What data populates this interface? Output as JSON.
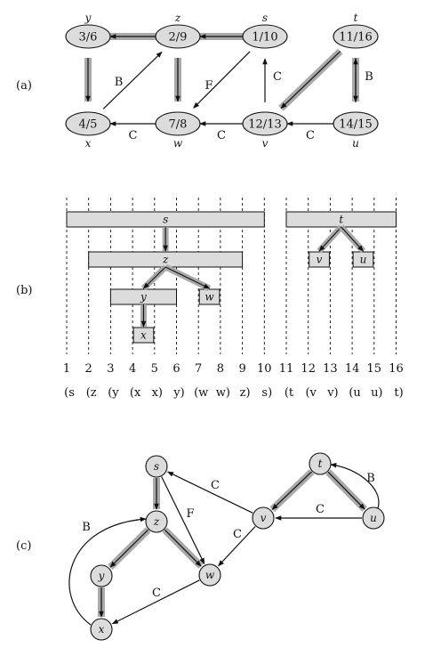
{
  "panels": {
    "a": "(a)",
    "b": "(b)",
    "c": "(c)"
  },
  "graph_a": {
    "nodes": [
      {
        "id": "y",
        "name": "y",
        "times": "3/6"
      },
      {
        "id": "z",
        "name": "z",
        "times": "2/9"
      },
      {
        "id": "s",
        "name": "s",
        "times": "1/10"
      },
      {
        "id": "t",
        "name": "t",
        "times": "11/16"
      },
      {
        "id": "x",
        "name": "x",
        "times": "4/5"
      },
      {
        "id": "w",
        "name": "w",
        "times": "7/8"
      },
      {
        "id": "v",
        "name": "v",
        "times": "12/13"
      },
      {
        "id": "u",
        "name": "u",
        "times": "14/15"
      }
    ],
    "edges": [
      {
        "from": "s",
        "to": "z",
        "tree": true,
        "label": ""
      },
      {
        "from": "z",
        "to": "y",
        "tree": true,
        "label": ""
      },
      {
        "from": "y",
        "to": "x",
        "tree": true,
        "label": ""
      },
      {
        "from": "z",
        "to": "w",
        "tree": true,
        "label": ""
      },
      {
        "from": "x",
        "to": "z",
        "tree": false,
        "label": "B"
      },
      {
        "from": "s",
        "to": "w",
        "tree": false,
        "label": "F"
      },
      {
        "from": "w",
        "to": "x",
        "tree": false,
        "label": "C"
      },
      {
        "from": "v",
        "to": "w",
        "tree": false,
        "label": "C"
      },
      {
        "from": "v",
        "to": "s",
        "tree": false,
        "label": "C"
      },
      {
        "from": "t",
        "to": "v",
        "tree": true,
        "label": ""
      },
      {
        "from": "t",
        "to": "u",
        "tree": true,
        "label": ""
      },
      {
        "from": "u",
        "to": "v",
        "tree": false,
        "label": "C"
      },
      {
        "from": "u",
        "to": "t",
        "tree": false,
        "label": "B"
      }
    ]
  },
  "timeline_b": {
    "ticks": [
      "1",
      "2",
      "3",
      "4",
      "5",
      "6",
      "7",
      "8",
      "9",
      "10",
      "11",
      "12",
      "13",
      "14",
      "15",
      "16"
    ],
    "parens": [
      "(s",
      "(z",
      "(y",
      "(x",
      "x)",
      "y)",
      "(w",
      "w)",
      "z)",
      "s)",
      "(t",
      "(v",
      "v)",
      "(u",
      "u)",
      "t)"
    ],
    "intervals": [
      {
        "name": "s",
        "start": 1,
        "end": 10
      },
      {
        "name": "z",
        "start": 2,
        "end": 9
      },
      {
        "name": "y",
        "start": 3,
        "end": 6
      },
      {
        "name": "x",
        "start": 4,
        "end": 5
      },
      {
        "name": "w",
        "start": 7,
        "end": 8
      },
      {
        "name": "t",
        "start": 11,
        "end": 16
      },
      {
        "name": "v",
        "start": 12,
        "end": 13
      },
      {
        "name": "u",
        "start": 14,
        "end": 15
      }
    ]
  },
  "graph_c": {
    "nodes": [
      "s",
      "z",
      "y",
      "x",
      "w",
      "t",
      "v",
      "u"
    ],
    "edges": [
      {
        "from": "s",
        "to": "z",
        "tree": true,
        "label": ""
      },
      {
        "from": "z",
        "to": "y",
        "tree": true,
        "label": ""
      },
      {
        "from": "y",
        "to": "x",
        "tree": true,
        "label": ""
      },
      {
        "from": "z",
        "to": "w",
        "tree": true,
        "label": ""
      },
      {
        "from": "s",
        "to": "w",
        "tree": false,
        "label": "F"
      },
      {
        "from": "x",
        "to": "z",
        "tree": false,
        "label": "B"
      },
      {
        "from": "w",
        "to": "x",
        "tree": false,
        "label": "C"
      },
      {
        "from": "v",
        "to": "s",
        "tree": false,
        "label": "C"
      },
      {
        "from": "v",
        "to": "w",
        "tree": false,
        "label": "C"
      },
      {
        "from": "t",
        "to": "v",
        "tree": true,
        "label": ""
      },
      {
        "from": "t",
        "to": "u",
        "tree": true,
        "label": ""
      },
      {
        "from": "u",
        "to": "v",
        "tree": false,
        "label": "C"
      },
      {
        "from": "u",
        "to": "t",
        "tree": false,
        "label": "B"
      }
    ]
  }
}
